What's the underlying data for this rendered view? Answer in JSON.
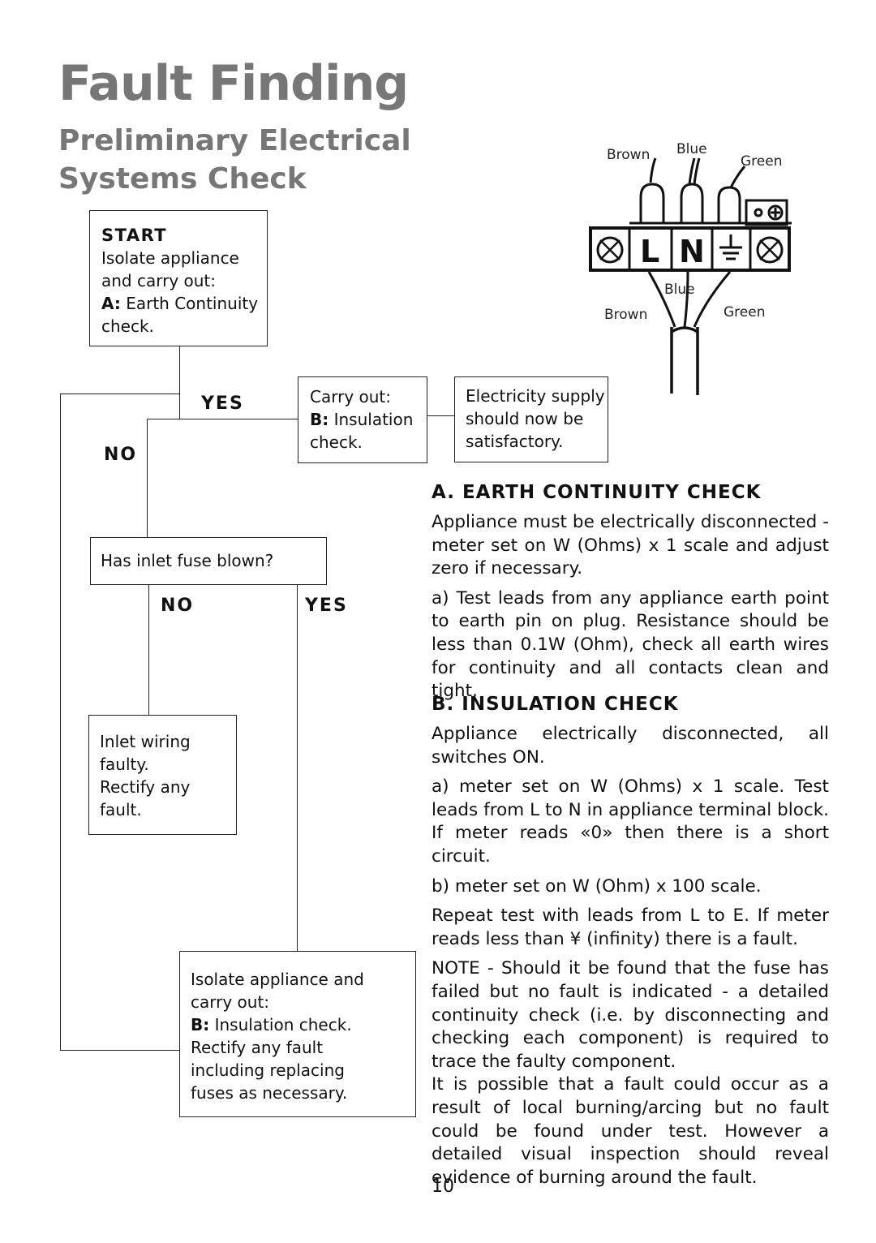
{
  "page": {
    "title": "Fault Finding",
    "subtitle_line1": "Preliminary Electrical",
    "subtitle_line2": "Systems Check",
    "page_number": "10"
  },
  "diagram": {
    "top_labels": {
      "brown": "Brown",
      "blue": "Blue",
      "green": "Green"
    },
    "bottom_labels": {
      "brown": "Brown",
      "blue": "Blue",
      "green": "Green"
    },
    "terminal_letters": {
      "live": "L",
      "neutral": "N"
    }
  },
  "flowchart": {
    "start": {
      "heading": "START",
      "line1": "Isolate appliance",
      "line2": "and carry out:",
      "line3_prefix": "A:",
      "line3_rest": " Earth Continuity",
      "line4": "check."
    },
    "yes1": "YES",
    "no1": "NO",
    "carry_out": {
      "line1": "Carry out:",
      "line2_prefix": "B:",
      "line2_rest": " Insulation",
      "line3": "check."
    },
    "supply_ok": {
      "line1": "Electricity supply",
      "line2": "should now be",
      "line3": "satisfactory."
    },
    "fuse_question": "Has inlet fuse blown?",
    "no2": "NO",
    "yes2": "YES",
    "inlet_wiring": {
      "line1": "Inlet wiring",
      "line2": "faulty.",
      "line3": "Rectify any",
      "line4": "fault."
    },
    "isolate_box": {
      "line1": "Isolate appliance and",
      "line2": "carry out:",
      "line3_prefix": "B:",
      "line3_rest": " Insulation check.",
      "line4": "Rectify any fault",
      "line5": "including replacing",
      "line6": "fuses as necessary."
    }
  },
  "sections": {
    "earth": {
      "heading": "A. EARTH CONTINUITY CHECK",
      "p1": "Appliance must be electrically disconnected - meter set on W (Ohms) x 1 scale and adjust zero if necessary.",
      "p2": "a) Test leads from any appliance earth point to earth pin on plug. Resistance should be less than 0.1W (Ohm), check all earth wires for continuity and all contacts clean and tight."
    },
    "insulation": {
      "heading": "B. INSULATION CHECK",
      "p1": "Appliance electrically disconnected, all switches ON.",
      "p2": "a) meter set on W (Ohms) x 1 scale.      Test leads from L to N in appliance terminal block. If meter reads «0» then there is a short circuit.",
      "p3": "b) meter set on W (Ohm) x 100 scale.",
      "p4": "Repeat test with leads from L to E. If meter reads less than ¥ (infinity) there is a fault.",
      "note1": "NOTE - Should it be found that the fuse has failed but no fault is indicated - a detailed continuity check (i.e. by disconnecting and checking each component) is required to trace the faulty component.",
      "note2": "It is possible that a fault could occur as a result of local burning/arcing but no fault could be found under test. However a detailed visual inspection should reveal evidence of burning around the fault."
    }
  }
}
